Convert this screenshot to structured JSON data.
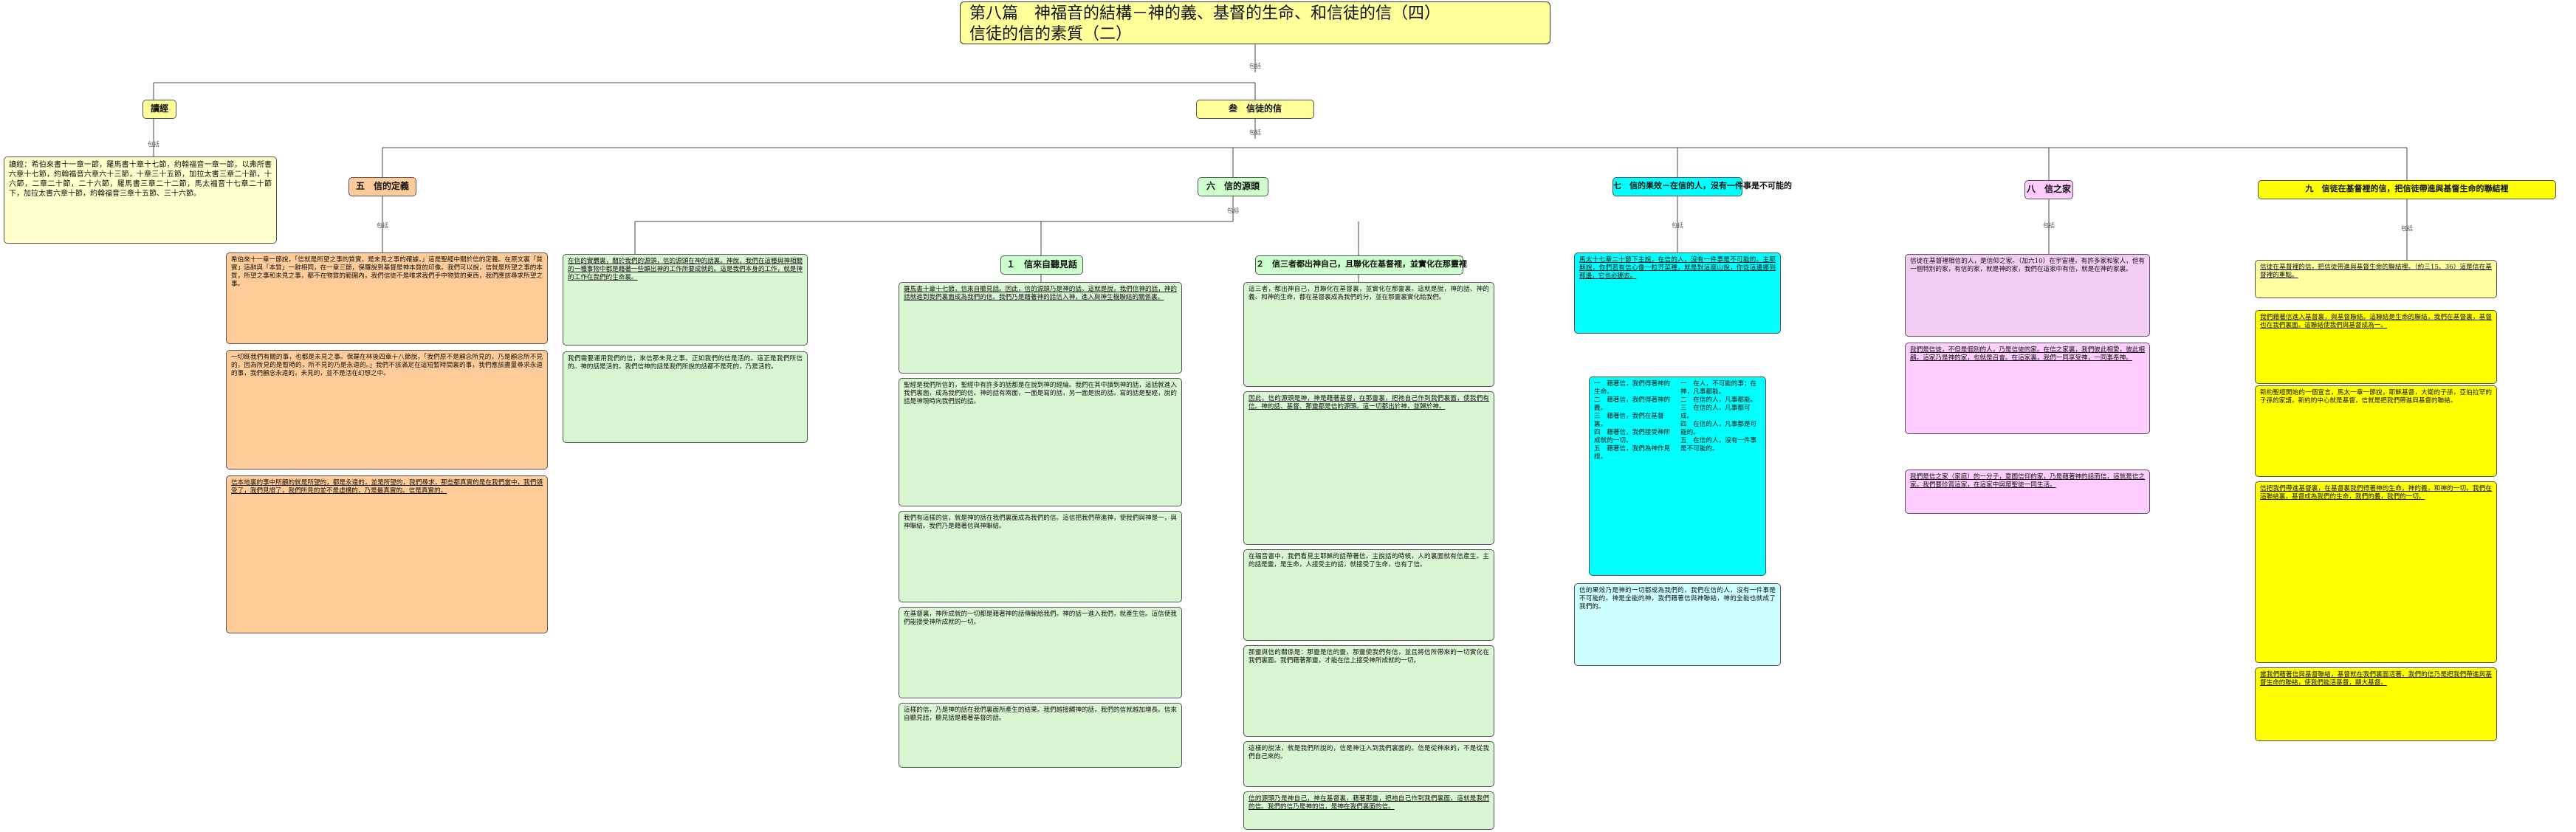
{
  "title": {
    "line1": "第八篇　神福音的結構－神的義、基督的生命、和信徒的信（四）",
    "line2": "信徒的信的素質（二）"
  },
  "link_label": "包括",
  "nodes": {
    "intro": {
      "header": "讀經",
      "body": "讀經：希伯來書十一章一節，羅馬書十章十七節，約翰福音一章一節，以弗所書六章十七節，約翰福音六章六十三節，十章三十五節，加拉太書三章二十節，十六節，二章二十節，二十六節，羅馬書三章二十二節，馬太福音十七章二十節下，加拉太書六章十節，約翰福音三章十五節、三十六節。"
    },
    "faith": {
      "header": "叁　信徒的信"
    },
    "s5": {
      "header": "五　信的定義",
      "b1": "希伯來十一章一節說，「信就是所望之事的質實，是未見之事的確據。」這是聖經中關於信的定義。在原文裏「質實」這辭與「本質」一辭相同，在一章三節，保羅說到基督是神本質的印像。我們可以說，信就是所望之事的本質，所望之事和未見之事，都不在物質的範圍內，我們信徒不是唯求我們手中物質的東西，我們應該尋求所望之事。",
      "b2": "一切既我們有關的事，也都是未見之事。保羅在林後四章十八節說，「我們原不是顧念所見的，乃是顧念所不見的，因為所見的是暫時的，所不見的乃是永遠的。」我們不該滿足在這短暫時間裏的事，我們應該盡量尋求永遠的事，我們顧念永遠的，未見的，並不是活在幻想之中。",
      "b3": "信本地裏的事中所顧的就是所望的，都是永遠的，並是所望的，我們尋求，那些都真實的是在我們當中，我們領受了，我們見證了，我們所見的並不是虛構的，乃是最真實的。信是真實的。"
    },
    "s6": {
      "header": "六　信的源頭",
      "intro1": "在信的實體裏，關於我們的源頭，信的源頭在神的話裏。神說，我們在這種與神相關的一種事物中都是藉著一些顯出神的工作所要成就的。這是我們本身的工作，就是神的工作在我們的生命裏。",
      "intro2": "我們需要運用我們的信，來信那未見之事。正如我們的信是活的。這正是我們所信的。神的話是活的。我們信神的話是我們所說的話都不是死的，乃是活的。"
    },
    "s6a": {
      "header": "１　信來自聽見話",
      "b1": "羅馬書十章十七節，信來自聽見話。因此，信的源頭乃是神的話。這就是說，我們信神的話，神的話就進到我們裏面成為我們的信。我們乃是藉著神的話信入神，進入與神生機聯結的關係裏。",
      "b2": "聖經是我們所信的，聖經中有許多的話都是在說到神的經綸。我們在其中讀到神的話，這話就進入我們裏面，成為我們的信。神的話有兩面，一面是寫的話，另一面是說的話。寫的話是聖經，說的話是神現時向我們說的話。",
      "b3": "我們有這樣的信，就是神的話在我們裏面成為我們的信。這信把我們帶進神，使我們與神是一，與神聯結。我們乃是藉著信與神聯結。",
      "b4": "在基督裏，神所成就的一切都是藉著神的話傳輸給我們。神的話一進入我們，就產生信。這信使我們能接受神所成就的一切。",
      "b5": "這樣的信，乃是神的話在我們裏面所產生的結果。我們越接觸神的話，我們的信就越加增長。信來自聽見話，聽見話是藉著基督的話。"
    },
    "s6b": {
      "header": "２　信三者都出神自己，且聯化在基督裡，並實化在那靈裡",
      "b1": "這三者，都出神自己，且聯化在基督裏，並實化在那靈裏。這就是說，神的話、神的義、和神的生命，都在基督裏成為我們的分，並在那靈裏實化給我們。",
      "b2": "因此，信的源頭是神，神是藉著基督，在那靈裏，把祂自己作到我們裏面，使我們有信。神的話、基督、那靈都是信的源頭。這一切都出於神，並歸於神。",
      "b3": "在福音書中，我們看見主耶穌的話帶著信。主說話的時候，人的裏面就有信產生。主的話是靈，是生命，人接受主的話，就接受了生命，也有了信。",
      "b4": "那靈與信的關係是：那靈是信的靈，那靈使我們有信，並且將信所帶來的一切實化在我們裏面。我們藉著那靈，才能在信上接受神所成就的一切。",
      "b5": "這樣的說法，就是我們所說的，信是神注入到我們裏面的。信是從神來的，不是從我們自己來的。",
      "b6": "信的源頭乃是神自己，神在基督裏，藉著那靈，把祂自己作到我們裏面，這就是我們的信。我們的信乃是神的信，是神在我們裏面的信。"
    },
    "s7": {
      "header": "七　信的果效－在信的人，沒有一件事是不可能的",
      "b1": "馬太十七章二十節下主說，在信的人，沒有一件事是不可能的。主耶穌說，你們若有信心像一粒芥菜種，就是對這座山說，你從這邊挪到那邊，它也必挪去。",
      "list": "一　藉著信，我們得著神的生命。\n二　藉著信，我們得著神的義。\n三　藉著信，我們在基督裏。\n四　藉著信，我們接受神所成就的一切。\n五　藉著信，我們為神作見證。\n一　在人，不可能的事；在神，凡事都能。\n二　在信的人，凡事都能。\n三　在信的人，凡事都可成。\n四　在信的人，凡事都是可能的。\n五　在信的人，沒有一件事是不可能的。",
      "b2": "信的果效乃是神的一切都成為我們的，我們在信的人，沒有一件事是不可能的。神是全能的神，我們藉著信與神聯結，神的全能也就成了我們的。"
    },
    "s8": {
      "header": "八　信之家",
      "b1": "信徒在基督裡相信的人，是信仰之家。（加六10）在宇宙裡，有許多家和家人，但有一個特別的家，有信的家，就是神的家，我們在這家中有信，就是在神的家裏。",
      "b2": "我們是信徒，不但是個別的人，乃是信徒的家。在信之家裏，我們彼此相愛，彼此相顧。這家乃是神的家，也就是召會。在這家裏，我們一同享受神，一同事奉神。",
      "b3": "我們是信之家（家庭）的一分子，意圖信仰的家，乃是藉著神的話而信，這就是信之家。我們要珍賞這家，在這家中與眾聖徒一同生活。"
    },
    "s9": {
      "header": "九　信徒在基督裡的信，把信徒帶進與基督生命的聯結裡",
      "b1": "信徒在基督裡的信，把信徒帶進與基督生命的聯結裡。（約三15、36）這是信在基督裡的重點。",
      "b2": "我們藉著信進入基督裏，與基督聯結。這聯結是生命的聯結，我們在基督裏，基督也在我們裏面。這聯結使我們與基督成為一。",
      "b3": "新約聖經開始的一個宣言，馬太一章一節說，耶穌基督，大衛的子孫，亞伯拉罕的子孫的家譜。新約的中心就是基督，信就是把我們帶進與基督的聯結。",
      "b4": "信把我們帶進基督裏，在基督裏我們得著神的生命，神的義，和神的一切。我們在這聯結裏，基督成為我們的生命，我們的義，我們的一切。",
      "b5": "當我們藉著信與基督聯結，基督就在我們裏面活著。我們的信乃是把我們帶進與基督生命的聯結，使我們能活基督，顯大基督。"
    }
  }
}
